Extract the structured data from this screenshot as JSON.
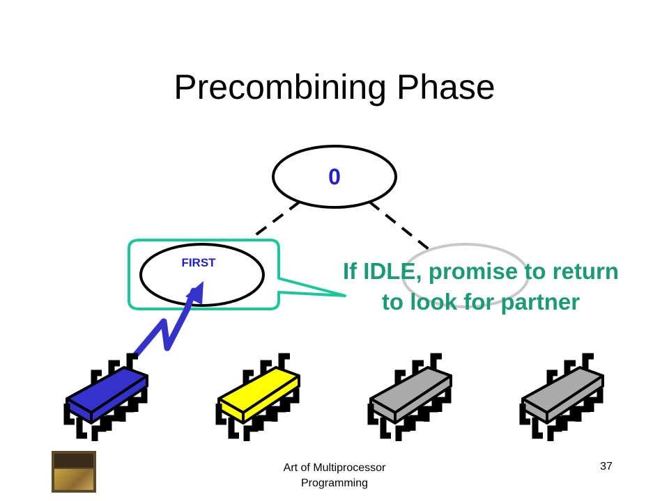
{
  "slide": {
    "title": "Precombining Phase",
    "root_node": {
      "value": "0"
    },
    "left_node": {
      "status": "FIRST"
    },
    "callout": {
      "line1": "If IDLE, promise to return",
      "line2": "to look for partner"
    },
    "processors": [
      {
        "color": "#3333cc"
      },
      {
        "color": "#ffff00"
      },
      {
        "color": "#aaaaaa"
      },
      {
        "color": "#aaaaaa"
      }
    ],
    "colors": {
      "callout_border": "#19c79a",
      "callout_text": "#1a9a76",
      "node_text": "#1f1fd0",
      "arrow": "#3333cc"
    }
  },
  "footer": {
    "book_label": "The Art of Multiprocessor Programming",
    "text_line1": "Art of Multiprocessor",
    "text_line2": "Programming",
    "page_number": "37"
  }
}
